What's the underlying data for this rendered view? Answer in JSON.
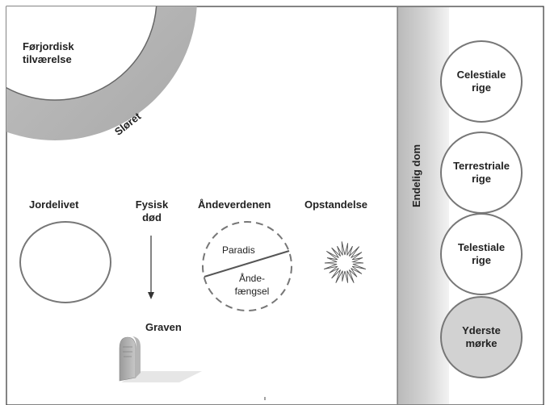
{
  "premortal": {
    "label_line1": "Førjordisk",
    "label_line2": "tilværelse"
  },
  "veil": {
    "label": "Sløret"
  },
  "stages": {
    "mortal_life": "Jordelivet",
    "physical_death_line1": "Fysisk",
    "physical_death_line2": "død",
    "spirit_world": "Åndeverdenen",
    "resurrection": "Opstandelse",
    "grave": "Graven"
  },
  "spirit_world_parts": {
    "paradise": "Paradis",
    "prison_line1": "Ånde-",
    "prison_line2": "fængsel"
  },
  "final_judgment": {
    "label": "Endelig dom"
  },
  "kingdoms": [
    {
      "line1": "Celestiale",
      "line2": "rige"
    },
    {
      "line1": "Terrestriale",
      "line2": "rige"
    },
    {
      "line1": "Telestiale",
      "line2": "rige"
    },
    {
      "line1": "Yderste",
      "line2": "mørke"
    }
  ],
  "colors": {
    "border": "#333333",
    "circle_stroke": "#7a7a7a",
    "veil_fill": "#b8b8b8",
    "judgment_band": "#c6c6c6",
    "outer_darkness_fill": "#d2d2d2"
  }
}
